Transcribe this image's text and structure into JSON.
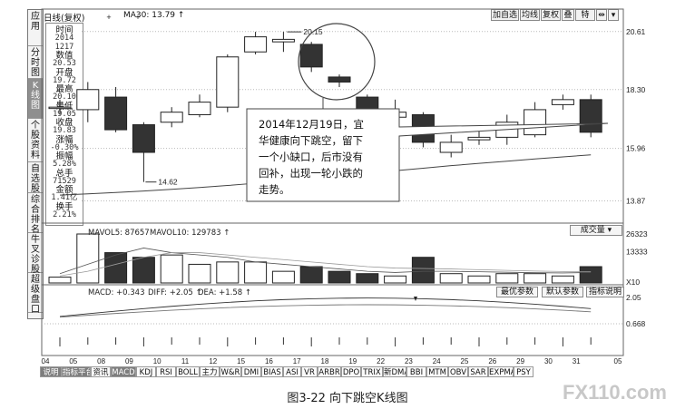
{
  "header": {
    "title": "日线(复权)",
    "ma_label": "MA30: 13.79 ↑",
    "top_marks": [
      "+",
      "+"
    ]
  },
  "toolbar": {
    "buttons": [
      "加自选",
      "均线",
      "复权",
      "叠",
      "特",
      "⇹",
      "▾"
    ]
  },
  "left_bar": {
    "items": [
      "应用",
      "分时图",
      "K线图",
      "个股资料",
      "自选股",
      "综合排名",
      "牛叉诊股",
      "超级盘口"
    ]
  },
  "info_panel": {
    "lines": [
      {
        "label": "时间",
        "value": "2014"
      },
      {
        "label": "",
        "value": "1217"
      },
      {
        "label": "数值",
        "value": "20.53"
      },
      {
        "label": "开盘",
        "value": "19.72"
      },
      {
        "label": "最高",
        "value": "20.10"
      },
      {
        "label": "最低",
        "value": "19.05"
      },
      {
        "label": "收盘",
        "value": "19.83"
      },
      {
        "label": "涨幅",
        "value": "-0.30%"
      },
      {
        "label": "振幅",
        "value": "5.28%"
      },
      {
        "label": "总手",
        "value": "71529"
      },
      {
        "label": "金额",
        "value": "1.41亿"
      },
      {
        "label": "换手",
        "value": "2.21%"
      }
    ]
  },
  "chart_data": {
    "type": "candlestick",
    "price_axis_ticks": [
      "20.61",
      "18.30",
      "15.96",
      "13.87"
    ],
    "annotation_high": "20.15",
    "annotation_low": "14.62",
    "candles": [
      {
        "open": 17.6,
        "close": 17.6,
        "high": 17.9,
        "low": 17.3
      },
      {
        "open": 17.5,
        "close": 18.3,
        "high": 18.6,
        "low": 17.0
      },
      {
        "open": 18.0,
        "close": 16.7,
        "high": 18.4,
        "low": 16.6
      },
      {
        "open": 16.9,
        "close": 15.8,
        "high": 17.0,
        "low": 14.62
      },
      {
        "open": 17.0,
        "close": 17.4,
        "high": 17.6,
        "low": 16.8
      },
      {
        "open": 17.3,
        "close": 17.8,
        "high": 18.1,
        "low": 17.2
      },
      {
        "open": 17.6,
        "close": 19.6,
        "high": 19.7,
        "low": 17.4
      },
      {
        "open": 19.8,
        "close": 20.4,
        "high": 20.6,
        "low": 19.7
      },
      {
        "open": 20.2,
        "close": 20.3,
        "high": 20.6,
        "low": 19.8
      },
      {
        "open": 20.1,
        "close": 19.2,
        "high": 20.2,
        "low": 19.0
      },
      {
        "open": 18.8,
        "close": 18.6,
        "high": 18.9,
        "low": 18.4
      },
      {
        "open": 18.0,
        "close": 17.3,
        "high": 18.1,
        "low": 17.2
      },
      {
        "open": 17.2,
        "close": 17.4,
        "high": 17.9,
        "low": 16.6
      },
      {
        "open": 17.3,
        "close": 16.2,
        "high": 17.4,
        "low": 16.0
      },
      {
        "open": 15.8,
        "close": 16.2,
        "high": 16.5,
        "low": 15.6
      },
      {
        "open": 16.3,
        "close": 16.4,
        "high": 16.7,
        "low": 16.1
      },
      {
        "open": 16.4,
        "close": 17.0,
        "high": 17.3,
        "low": 16.1
      },
      {
        "open": 16.5,
        "close": 17.5,
        "high": 17.8,
        "low": 16.4
      },
      {
        "open": 17.7,
        "close": 17.9,
        "high": 18.1,
        "low": 17.5
      },
      {
        "open": 17.9,
        "close": 16.6,
        "high": 18.1,
        "low": 16.4
      }
    ],
    "ma_line": [
      14.1,
      14.15,
      14.2,
      14.26,
      14.33,
      14.4,
      14.48,
      14.57,
      14.67,
      14.77,
      14.87,
      14.97,
      15.07,
      15.17,
      15.27,
      15.36,
      15.45,
      15.54,
      15.62,
      15.7
    ],
    "volume": {
      "label_mavol5": "MAVOL5: 87657",
      "label_mavol10": "MAVOL10: 129783 ↑",
      "dropdown": "成交量",
      "ticks": [
        "26323",
        "13333",
        "X10"
      ],
      "bars": [
        2.5,
        21,
        13,
        11,
        12,
        8,
        9,
        9,
        5,
        7,
        5,
        4,
        3,
        11,
        4,
        3,
        4,
        4,
        3,
        7
      ]
    },
    "macd": {
      "label": "MACD: +0.343",
      "diff_label": "DIFF: +2.05 ↑",
      "dea_label": "DEA: +1.58 ↑",
      "ticks": [
        "2.05",
        "0.668"
      ],
      "buttons": [
        "最优参数",
        "默认参数",
        "指标说明"
      ]
    },
    "x_ticks": [
      "04",
      "05",
      "08",
      "09",
      "10",
      "11",
      "12",
      "15",
      "16",
      "17",
      "18",
      "19",
      "22",
      "23",
      "24",
      "25",
      "26",
      "29",
      "30",
      "31",
      "05"
    ]
  },
  "callout": {
    "text_lines": [
      "2014年12月19日，宜",
      "华健康向下跳空，留下",
      "一个小缺口，后市没有",
      "回补，出现一轮小跌的",
      "走势。"
    ]
  },
  "tabs": [
    "说明",
    "指标平台",
    "资讯",
    "MACD",
    "KDJ",
    "RSI",
    "BOLL",
    "主力",
    "W&R",
    "DMI",
    "BIAS",
    "ASI",
    "VR",
    "ARBR",
    "DPO",
    "TRIX",
    "新DMA",
    "BBI",
    "MTM",
    "OBV",
    "SAR",
    "EXPMA",
    "PSY"
  ],
  "caption": "图3-22 向下跳空K线图",
  "watermark": "FX110.com"
}
